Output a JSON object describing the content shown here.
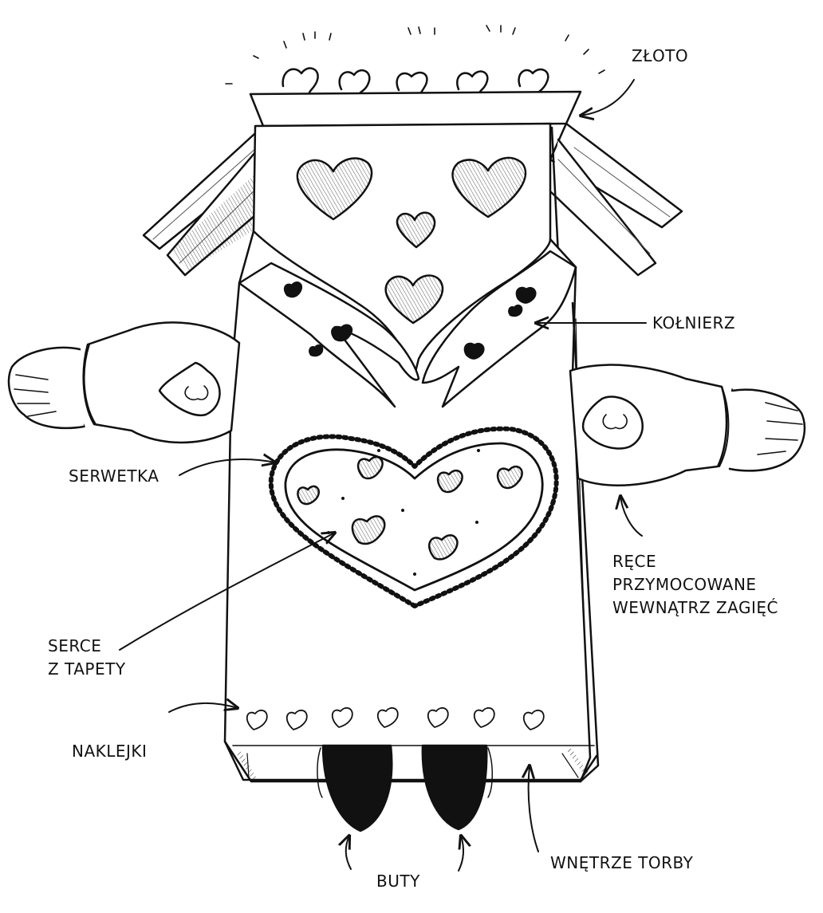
{
  "labels": {
    "zloto": "ZŁOTO",
    "kolnierz": "KOŁNIERZ",
    "serwetka": "SERWETKA",
    "rece": [
      "RĘCE",
      "PRZYMOCOWANE",
      "WEWNĄTRZ ZAGIĘĆ"
    ],
    "serce": [
      "SERCE",
      "Z TAPETY"
    ],
    "naklejki": "NAKLEJKI",
    "buty": "BUTY",
    "wnetrze": "WNĘTRZE TORBY"
  },
  "colors": {
    "ink": "#111111",
    "paper": "#ffffff",
    "shade": "#9a9a9a"
  }
}
